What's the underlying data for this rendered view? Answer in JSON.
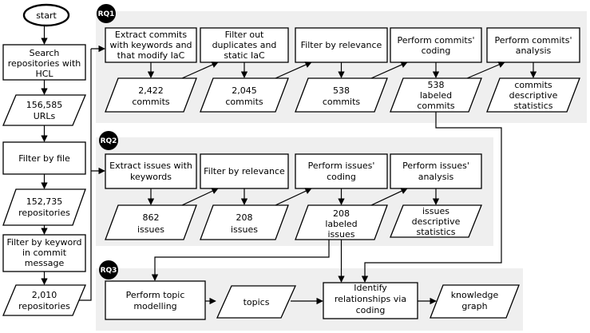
{
  "start": "start",
  "rq_labels": {
    "rq1": "RQ1",
    "rq2": "RQ2",
    "rq3": "RQ3"
  },
  "left": {
    "search": [
      "Search",
      "repositories with",
      "HCL"
    ],
    "urls": [
      "156,585",
      "URLs"
    ],
    "filter_file": [
      "Filter by file"
    ],
    "repos_152": [
      "152,735",
      "repositories"
    ],
    "filter_keyword": [
      "Filter by keyword",
      "in commit",
      "message"
    ],
    "repos_2010": [
      "2,010",
      "repositories"
    ]
  },
  "rq1": {
    "extract": [
      "Extract commits",
      "with keywords and",
      "that modify IaC"
    ],
    "commits_2422": [
      "2,422",
      "commits"
    ],
    "filter_dup": [
      "Filter out",
      "duplicates and",
      "static IaC"
    ],
    "commits_2045": [
      "2,045",
      "commits"
    ],
    "filter_rel": [
      "Filter by relevance"
    ],
    "commits_538": [
      "538",
      "commits"
    ],
    "coding": [
      "Perform commits'",
      "coding"
    ],
    "labeled": [
      "538",
      "labeled",
      "commits"
    ],
    "analysis": [
      "Perform commits'",
      "analysis"
    ],
    "stats": [
      "commits",
      "descriptive",
      "statistics"
    ]
  },
  "rq2": {
    "extract": [
      "Extract issues with",
      "keywords"
    ],
    "issues_862": [
      "862",
      "issues"
    ],
    "filter_rel": [
      "Filter by relevance"
    ],
    "issues_208": [
      "208",
      "issues"
    ],
    "coding": [
      "Perform issues'",
      "coding"
    ],
    "labeled": [
      "208",
      "labeled",
      "issues"
    ],
    "analysis": [
      "Perform issues'",
      "analysis"
    ],
    "stats": [
      "issues",
      "descriptive",
      "statistics"
    ]
  },
  "rq3": {
    "topic": [
      "Perform topic",
      "modelling"
    ],
    "topics": [
      "topics"
    ],
    "identify": [
      "Identify",
      "relationships via",
      "coding"
    ],
    "graph": [
      "knowledge",
      "graph"
    ]
  }
}
